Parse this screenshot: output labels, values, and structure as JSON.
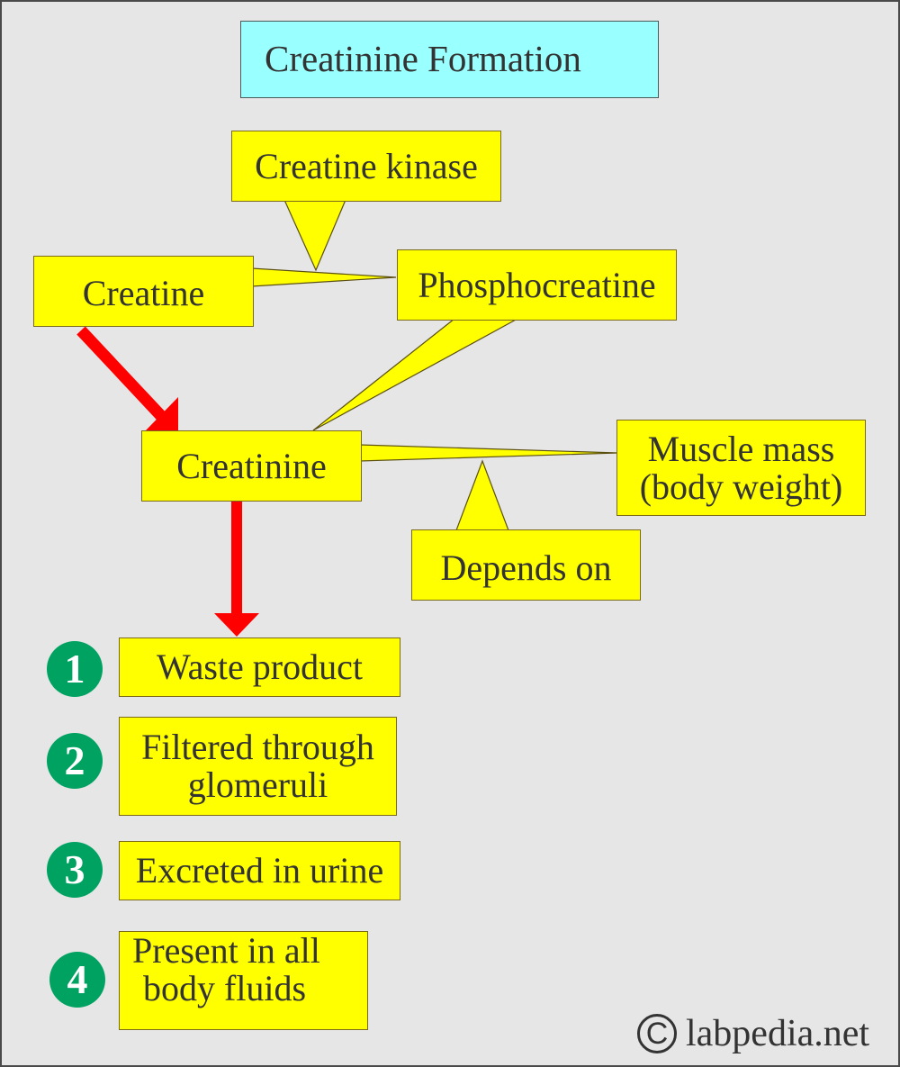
{
  "title": "Creatinine Formation",
  "nodes": {
    "creatine": "Creatine",
    "creatine_kinase": "Creatine kinase",
    "phosphocreatine": "Phosphocreatine",
    "creatinine": "Creatinine",
    "muscle_mass_line1": "Muscle mass",
    "muscle_mass_line2": "(body weight)",
    "depends_on": "Depends on"
  },
  "properties": [
    {
      "number": "1",
      "lines": [
        "Waste product"
      ]
    },
    {
      "number": "2",
      "lines": [
        "Filtered through",
        "glomeruli"
      ]
    },
    {
      "number": "3",
      "lines": [
        "Excreted in urine"
      ]
    },
    {
      "number": "4",
      "lines": [
        "Present in all",
        "body fluids"
      ]
    }
  ],
  "credit": {
    "symbol": "C",
    "text": "labpedia.net"
  },
  "colors": {
    "background": "#e6e6e6",
    "title_fill": "#99ffff",
    "box_fill": "#ffff00",
    "arrow": "#ff0000",
    "badge": "#00a261"
  }
}
